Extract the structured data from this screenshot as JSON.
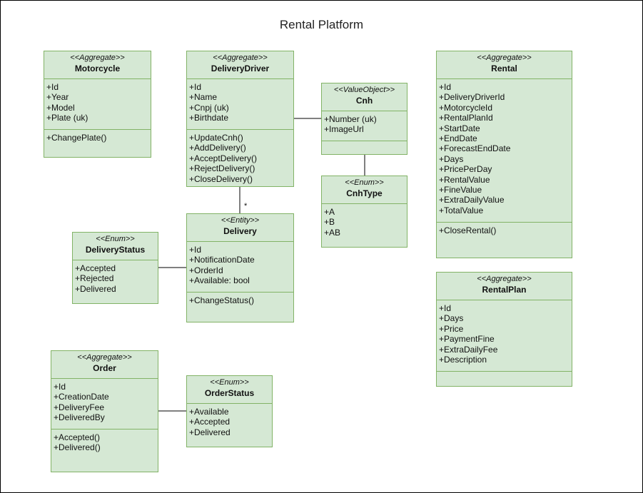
{
  "title": "Rental Platform",
  "colors": {
    "fill": "#d5e8d4",
    "stroke": "#82b366"
  },
  "classes": {
    "motorcycle": {
      "stereotype": "<<Aggregate>>",
      "name": "Motorcycle",
      "attributes": [
        "+Id",
        "+Year",
        "+Model",
        "+Plate (uk)"
      ],
      "methods": [
        "+ChangePlate()"
      ]
    },
    "delivery_driver": {
      "stereotype": "<<Aggregate>>",
      "name": "DeliveryDriver",
      "attributes": [
        "+Id",
        "+Name",
        "+Cnpj (uk)",
        "+Birthdate"
      ],
      "methods": [
        "+UpdateCnh()",
        "+AddDelivery()",
        "+AcceptDelivery()",
        "+RejectDelivery()",
        "+CloseDelivery()"
      ]
    },
    "cnh": {
      "stereotype": "<<ValueObject>>",
      "name": "Cnh",
      "attributes": [
        "+Number (uk)",
        "+ImageUrl"
      ],
      "methods": []
    },
    "cnh_type": {
      "stereotype": "<<Enum>>",
      "name": "CnhType",
      "attributes": [
        "+A",
        "+B",
        "+AB"
      ]
    },
    "rental": {
      "stereotype": "<<Aggregate>>",
      "name": "Rental",
      "attributes": [
        "+Id",
        "+DeliveryDriverId",
        "+MotorcycleId",
        "+RentalPlanId",
        "+StartDate",
        "+EndDate",
        "+ForecastEndDate",
        "+Days",
        "+PricePerDay",
        "+RentalValue",
        "+FineValue",
        "+ExtraDailyValue",
        "+TotalValue"
      ],
      "methods": [
        "+CloseRental()"
      ]
    },
    "rental_plan": {
      "stereotype": "<<Aggregate>>",
      "name": "RentalPlan",
      "attributes": [
        "+Id",
        "+Days",
        "+Price",
        "+PaymentFine",
        "+ExtraDailyFee",
        "+Description"
      ],
      "methods": []
    },
    "delivery_status": {
      "stereotype": "<<Enum>>",
      "name": "DeliveryStatus",
      "attributes": [
        "+Accepted",
        "+Rejected",
        "+Delivered"
      ]
    },
    "delivery": {
      "stereotype": "<<Entity>>",
      "name": "Delivery",
      "attributes": [
        "+Id",
        "+NotificationDate",
        "+OrderId",
        "+Available: bool"
      ],
      "methods": [
        "+ChangeStatus()"
      ]
    },
    "order": {
      "stereotype": "<<Aggregate>>",
      "name": "Order",
      "attributes": [
        "+Id",
        "+CreationDate",
        "+DeliveryFee",
        "+DeliveredBy"
      ],
      "methods": [
        "+Accepted()",
        "+Delivered()"
      ]
    },
    "order_status": {
      "stereotype": "<<Enum>>",
      "name": "OrderStatus",
      "attributes": [
        "+Available",
        "+Accepted",
        "+Delivered"
      ]
    }
  },
  "multiplicities": {
    "driver_delivery": "*"
  }
}
